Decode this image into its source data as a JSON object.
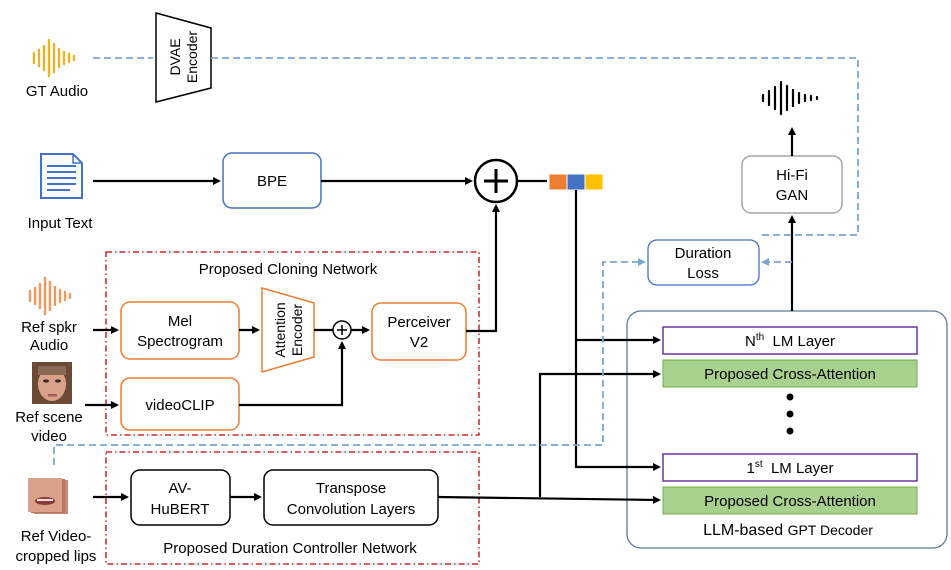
{
  "inputs": {
    "gt_audio": "GT Audio",
    "input_text": "Input Text",
    "ref_spkr_audio": [
      "Ref spkr",
      "Audio"
    ],
    "ref_scene_video": [
      "Ref scene",
      "video"
    ],
    "ref_video_lips": [
      "Ref Video-",
      "cropped lips"
    ]
  },
  "dvae_encoder": [
    "DVAE",
    "Encoder"
  ],
  "bpe": "BPE",
  "cloning_network": {
    "title": "Proposed Cloning Network",
    "mel": [
      "Mel",
      "Spectrogram"
    ],
    "attention_encoder": [
      "Attention",
      "Encoder"
    ],
    "perceiver": [
      "Perceiver",
      "V2"
    ],
    "videoclip": "videoCLIP"
  },
  "duration_network": {
    "title": "Proposed Duration Controller Network",
    "avhubert": [
      "AV-",
      "HuBERT"
    ],
    "transpose_conv": [
      "Transpose",
      "Convolution Layers"
    ]
  },
  "duration_loss": [
    "Duration",
    "Loss"
  ],
  "hifigan": [
    "Hi-Fi",
    "GAN"
  ],
  "decoder": {
    "nth_layer": {
      "base": "N",
      "sup": "th",
      "rest": "  LM Layer"
    },
    "first_layer": {
      "base": "1",
      "sup": "st",
      "rest": "  LM Layer"
    },
    "cross_attention": "Proposed Cross-Attention",
    "title_main": "LLM-based ",
    "title_rest": "GPT Decoder"
  },
  "colors": {
    "audio_yellow": "#E8B52A",
    "audio_orange": "#F0985A",
    "doc_blue": "#4472C4",
    "box_blue": "#4472C4",
    "box_orange": "#ED7D31",
    "box_purple": "#7030A0",
    "cross_attn_green": "#A9D18E",
    "dash_red": "#C00000",
    "dash_blue": "#7BA7D0",
    "token_orange": "#ED7D31",
    "token_blue": "#4472C4",
    "token_yellow": "#FFC000"
  }
}
